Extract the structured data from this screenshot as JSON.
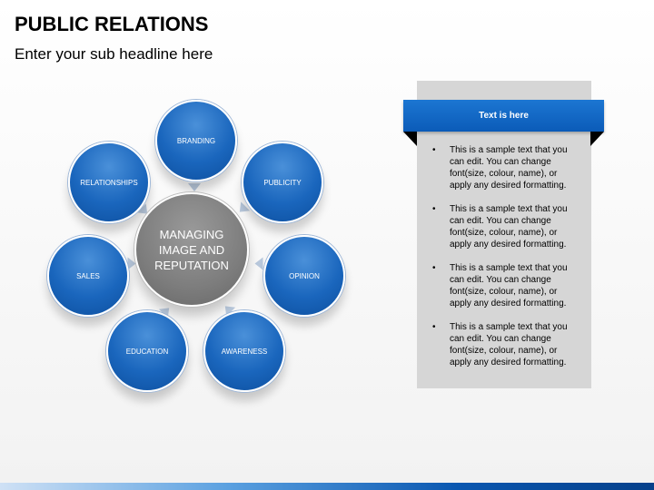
{
  "header": {
    "title": "PUBLIC RELATIONS",
    "subtitle": "Enter your sub headline here"
  },
  "diagram": {
    "center_label": "MANAGING IMAGE AND REPUTATION",
    "nodes": [
      {
        "label": "BRANDING"
      },
      {
        "label": "PUBLICITY"
      },
      {
        "label": "OPINION"
      },
      {
        "label": "AWARENESS"
      },
      {
        "label": "EDUCATION"
      },
      {
        "label": "SALES"
      },
      {
        "label": "RELATIONSHIPS"
      }
    ]
  },
  "panel": {
    "heading": "Text is here",
    "bullets": [
      "This is a sample text that you can edit. You can change font(size, colour, name), or apply any desired formatting.",
      "This is a sample text that you can edit. You can change font(size, colour, name), or apply any desired formatting.",
      "This is a sample text that you can edit. You can change font(size, colour, name), or apply any desired formatting.",
      "This is a sample text that you can edit. You can change font(size, colour, name), or apply any desired formatting."
    ]
  },
  "colors": {
    "node_blue": "#1a66bd",
    "center_gray": "#7d7d7d",
    "banner_blue": "#0b5bb8",
    "panel_gray": "#d6d6d6"
  }
}
